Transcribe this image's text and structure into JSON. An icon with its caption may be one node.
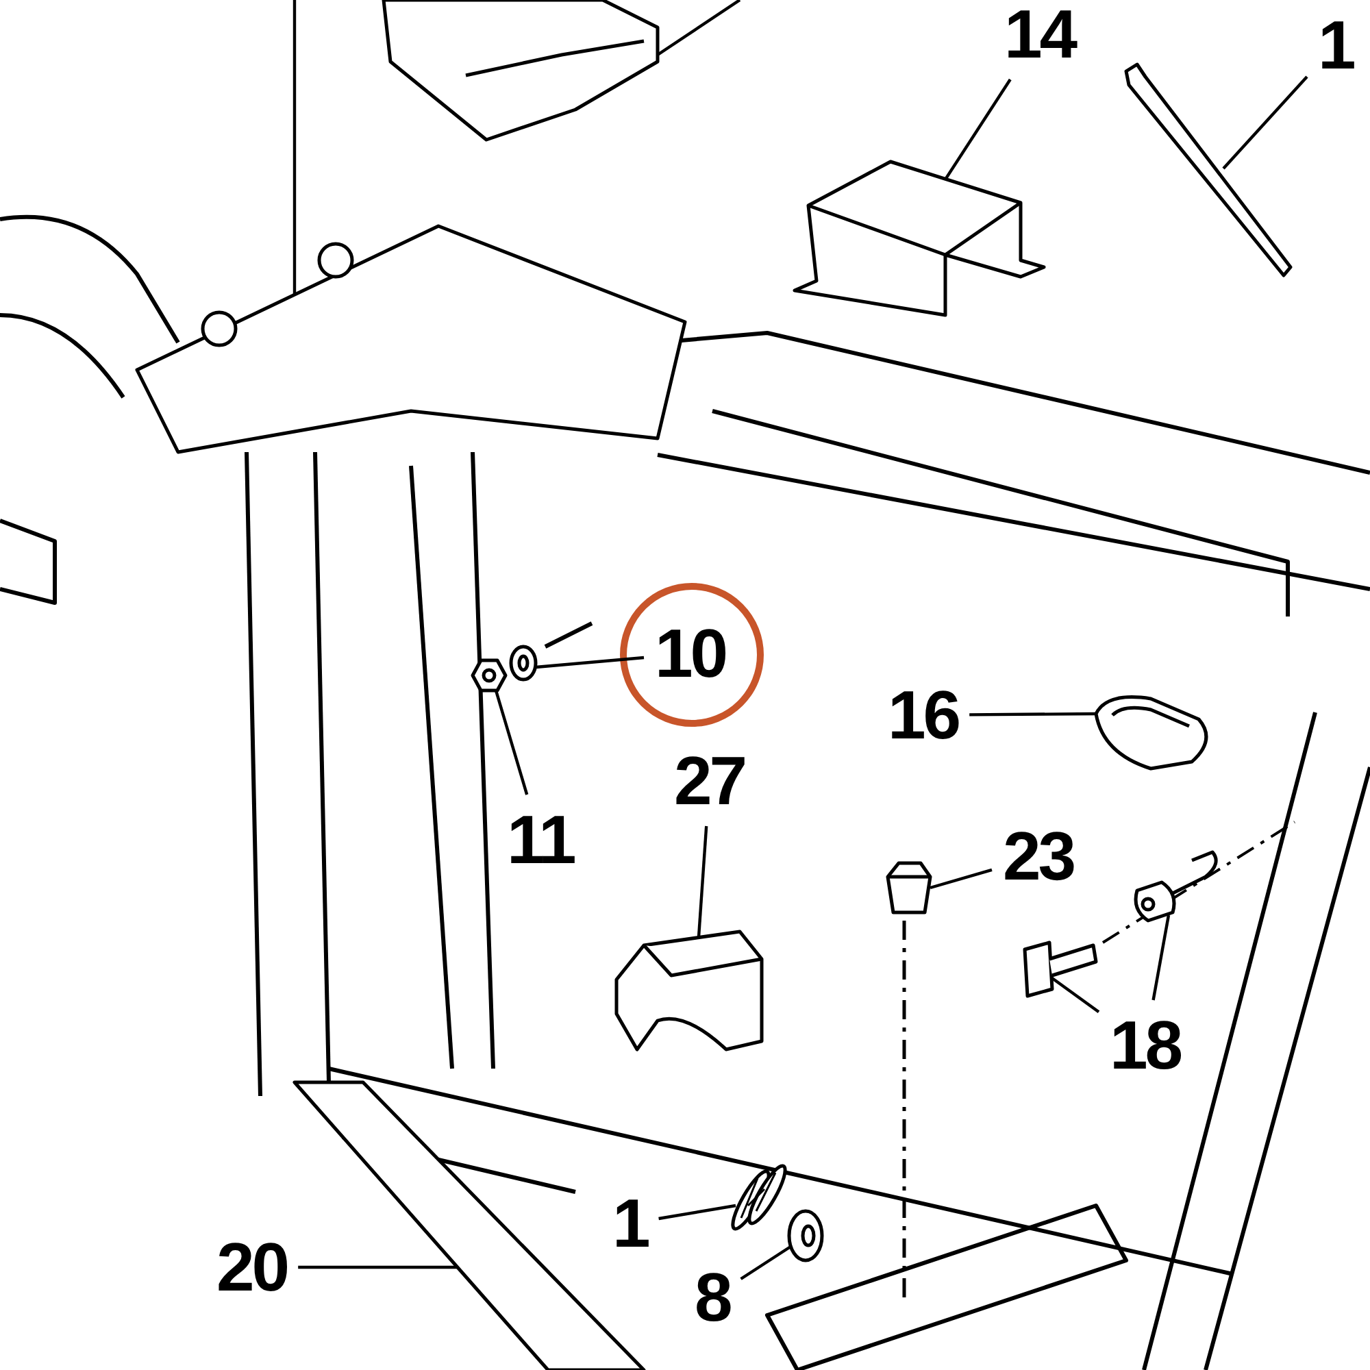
{
  "diagram": {
    "nodes": [
      {
        "text": [
          "14"
        ]
      },
      {
        "text": [],
        "shape": "picture"
      },
      {
        "text": [
          "1"
        ]
      },
      {
        "text": [],
        "shape": "picture"
      },
      {
        "text": [
          "10"
        ]
      },
      {
        "text": [],
        "shape": "picture"
      },
      {
        "text": [
          "16"
        ]
      },
      {
        "text": [],
        "shape": "picture"
      },
      {
        "text": [
          "27"
        ]
      },
      {
        "text": [],
        "shape": "picture"
      },
      {
        "text": [
          "11"
        ]
      },
      {
        "text": [],
        "shape": "picture"
      },
      {
        "text": [
          "23"
        ]
      },
      {
        "text": [],
        "shape": "picture"
      },
      {
        "text": [
          "18"
        ]
      },
      {
        "text": [],
        "shape": "picture"
      },
      {
        "text": [],
        "shape": "picture"
      },
      {
        "text": [
          "1"
        ]
      },
      {
        "text": [],
        "shape": "picture"
      },
      {
        "text": [
          "20"
        ]
      },
      {
        "text": [],
        "shape": "picture"
      },
      {
        "text": [
          "8"
        ]
      },
      {
        "text": [],
        "shape": "picture"
      },
      {
        "text": [],
        "shape": "picture"
      },
      {
        "text": [],
        "shape": "picture"
      }
    ],
    "edges": [
      {
        "from": 0,
        "to": 1,
        "arrow": "none"
      },
      {
        "from": 2,
        "to": 3,
        "arrow": "none"
      },
      {
        "from": 4,
        "to": 5,
        "arrow": "none"
      },
      {
        "from": 6,
        "to": 7,
        "arrow": "none"
      },
      {
        "from": 8,
        "to": 9,
        "arrow": "none"
      },
      {
        "from": 10,
        "to": 11,
        "arrow": "none"
      },
      {
        "from": 12,
        "to": 13,
        "arrow": "none"
      },
      {
        "from": 14,
        "to": 15,
        "arrow": "none"
      },
      {
        "from": 14,
        "to": 16,
        "arrow": "none"
      },
      {
        "from": 17,
        "to": 18,
        "arrow": "none"
      },
      {
        "from": 19,
        "to": 20,
        "arrow": "none"
      },
      {
        "from": 21,
        "to": 22,
        "arrow": "none"
      },
      {
        "from": null,
        "to": 23,
        "arrow": "none"
      },
      {
        "from": null,
        "to": 24,
        "arrow": "none"
      }
    ]
  }
}
